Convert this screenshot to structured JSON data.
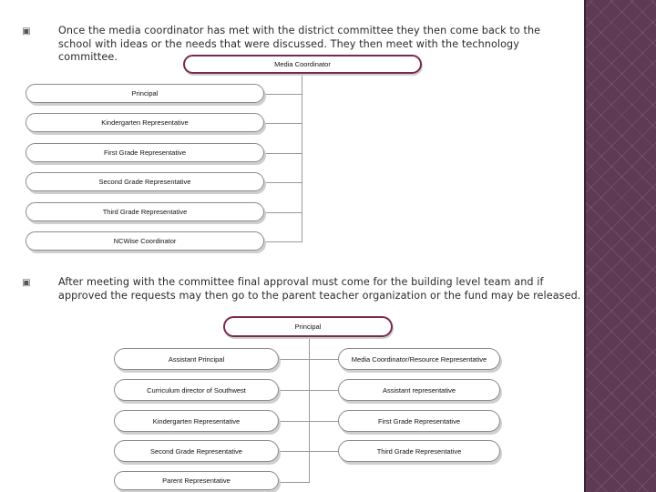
{
  "paragraphs": {
    "p1": {
      "line1": "Once the media coordinator has met with the district committee they then come back to the",
      "line2": "school with ideas or the needs that were discussed.  They then meet with the technology",
      "line3": "committee."
    },
    "p2": {
      "line1": "After meeting with the committee final approval must come for the building level team and if",
      "line2": "approved the requests may then go to the parent teacher organization or the fund may be released."
    }
  },
  "chart1": {
    "root": "Media Coordinator",
    "children": [
      "Principal",
      "Kindergarten Representative",
      "First Grade Representative",
      "Second Grade Representative",
      "Third Grade Representative",
      "NCWise Coordinator"
    ]
  },
  "chart2": {
    "root": "Principal",
    "left": [
      "Assistant Principal",
      "Curriculum director of Southwest",
      "Kindergarten Representative",
      "Second Grade Representative",
      "Parent Representative"
    ],
    "right": [
      "Media Coordinator/Resource Representative",
      "Assistant representative",
      "First Grade Representative",
      "Third Grade Representative"
    ]
  },
  "colors": {
    "accent": "#7a2a4e",
    "sidebar": "#5e3a55",
    "box_border": "#8c8c8c"
  },
  "icons": {
    "bullet": "square-bullet-icon"
  }
}
